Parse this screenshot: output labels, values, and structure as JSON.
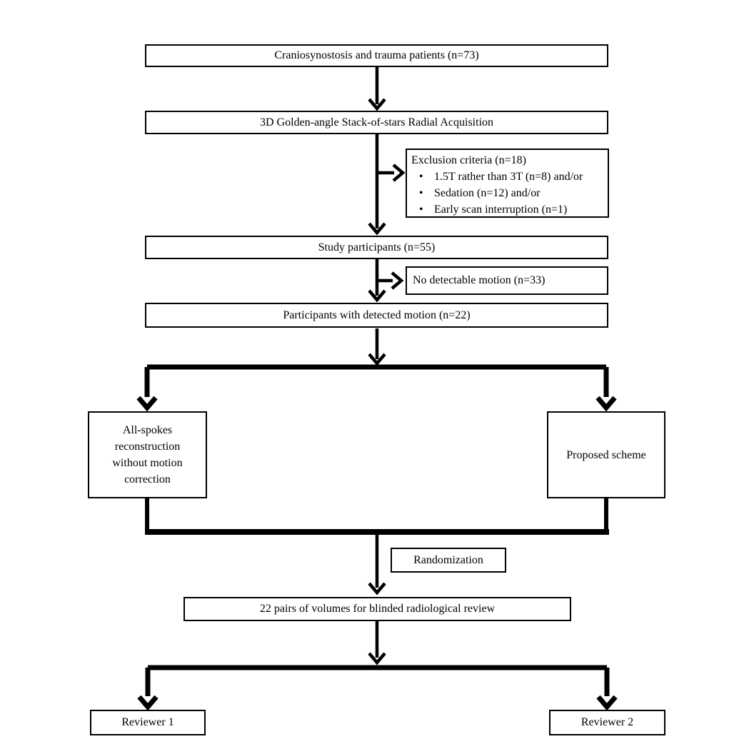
{
  "flow": {
    "nodes": {
      "patients": "Craniosynostosis and trauma patients (n=73)",
      "acquisition": "3D Golden-angle Stack-of-stars Radial Acquisition",
      "participants": "Study participants (n=55)",
      "no_motion": "No detectable motion (n=33)",
      "detected_motion": "Participants with detected motion (n=22)",
      "all_spokes": "All-spokes reconstruction without motion correction",
      "proposed": "Proposed scheme",
      "randomization": "Randomization",
      "review": "22 pairs of volumes for blinded radiological review",
      "reviewer1": "Reviewer 1",
      "reviewer2": "Reviewer 2"
    },
    "exclusion": {
      "title": "Exclusion criteria (n=18)",
      "bullet_char": "•",
      "bullets": [
        "1.5T rather than 3T (n=8) and/or",
        "Sedation (n=12) and/or",
        "Early scan interruption (n=1)"
      ]
    },
    "edges": [
      {
        "from": "patients",
        "to": "acquisition",
        "type": "arrow"
      },
      {
        "from": "acquisition",
        "to": "participants",
        "type": "arrow"
      },
      {
        "from": "acquisition",
        "to": "exclusion",
        "type": "side-branch-arrow"
      },
      {
        "from": "participants",
        "to": "detected_motion",
        "type": "arrow"
      },
      {
        "from": "participants",
        "to": "no_motion",
        "type": "side-branch-arrow"
      },
      {
        "from": "detected_motion",
        "to": "all_spokes",
        "type": "split-arrow"
      },
      {
        "from": "detected_motion",
        "to": "proposed",
        "type": "split-arrow"
      },
      {
        "from": "all_spokes",
        "to": "review",
        "type": "merge-arrow",
        "label": "Randomization"
      },
      {
        "from": "proposed",
        "to": "review",
        "type": "merge-arrow",
        "label": "Randomization"
      },
      {
        "from": "review",
        "to": "reviewer1",
        "type": "split-arrow"
      },
      {
        "from": "review",
        "to": "reviewer2",
        "type": "split-arrow"
      }
    ],
    "colors": {
      "background": "#ffffff",
      "line": "#000000",
      "text": "#000000",
      "box_border": "#000000",
      "box_fill": "#ffffff"
    }
  }
}
